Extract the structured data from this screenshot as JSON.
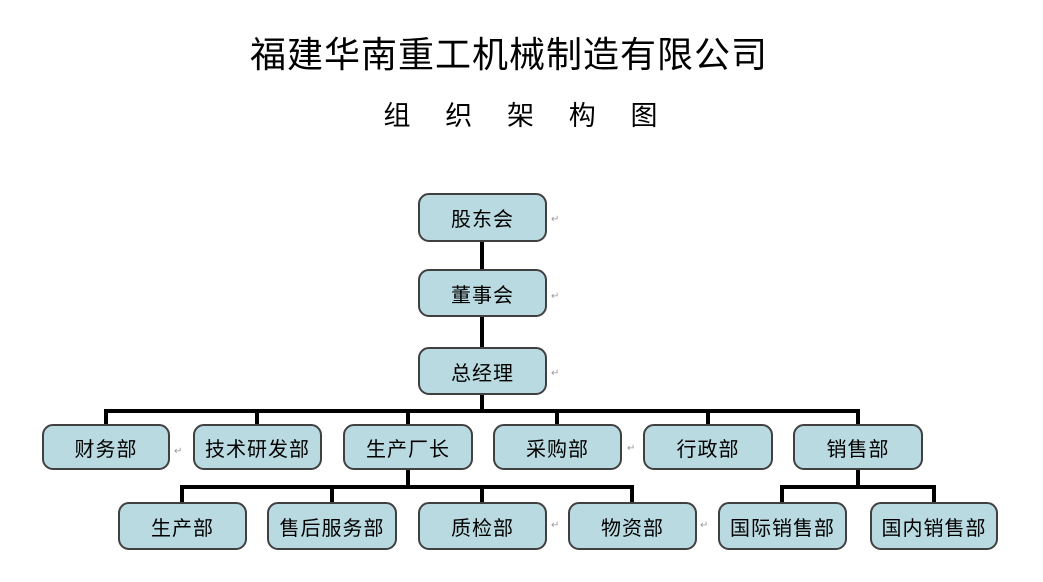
{
  "title": "福建华南重工机械制造有限公司",
  "subtitle": "组 织 架 构 图",
  "colors": {
    "node_fill": "#badae1",
    "node_border": "#404040",
    "connector": "#000000",
    "background": "#ffffff"
  },
  "icons": {
    "anchor_mark": "↵"
  },
  "nodes": {
    "shareholders": {
      "label": "股东会",
      "parent": null
    },
    "board": {
      "label": "董事会",
      "parent": "shareholders"
    },
    "gm": {
      "label": "总经理",
      "parent": "board"
    },
    "finance": {
      "label": "财务部",
      "parent": "gm"
    },
    "rnd": {
      "label": "技术研发部",
      "parent": "gm"
    },
    "production_director": {
      "label": "生产厂长",
      "parent": "gm"
    },
    "purchasing": {
      "label": "采购部",
      "parent": "gm"
    },
    "admin": {
      "label": "行政部",
      "parent": "gm"
    },
    "sales": {
      "label": "销售部",
      "parent": "gm"
    },
    "production": {
      "label": "生产部",
      "parent": "production_director"
    },
    "after_sales": {
      "label": "售后服务部",
      "parent": "production_director"
    },
    "qc": {
      "label": "质检部",
      "parent": "production_director"
    },
    "materials": {
      "label": "物资部",
      "parent": "production_director"
    },
    "intl_sales": {
      "label": "国际销售部",
      "parent": "sales"
    },
    "domestic_sales": {
      "label": "国内销售部",
      "parent": "sales"
    }
  }
}
